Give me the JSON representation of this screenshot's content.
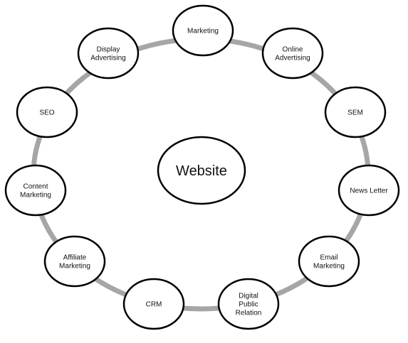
{
  "center": {
    "label": "Website"
  },
  "nodes": [
    {
      "id": "marketing",
      "lines": [
        "Marketing"
      ]
    },
    {
      "id": "online-advertising",
      "lines": [
        "Online",
        "Advertising"
      ]
    },
    {
      "id": "sem",
      "lines": [
        "SEM"
      ]
    },
    {
      "id": "news-letter",
      "lines": [
        "News Letter"
      ]
    },
    {
      "id": "email-marketing",
      "lines": [
        "Email",
        "Marketing"
      ]
    },
    {
      "id": "digital-public-relation",
      "lines": [
        "Digital",
        "Public",
        "Relation"
      ]
    },
    {
      "id": "crm",
      "lines": [
        "CRM"
      ]
    },
    {
      "id": "affiliate-marketing",
      "lines": [
        "Affiliate",
        "Marketing"
      ]
    },
    {
      "id": "content-marketing",
      "lines": [
        "Content",
        "Marketing"
      ]
    },
    {
      "id": "seo",
      "lines": [
        "SEO"
      ]
    },
    {
      "id": "display-advertising",
      "lines": [
        "Display",
        "Advertising"
      ]
    }
  ],
  "colors": {
    "ring": "#a6a6a6",
    "node_fill": "#ffffff",
    "node_stroke": "#000000",
    "text": "#111111"
  }
}
